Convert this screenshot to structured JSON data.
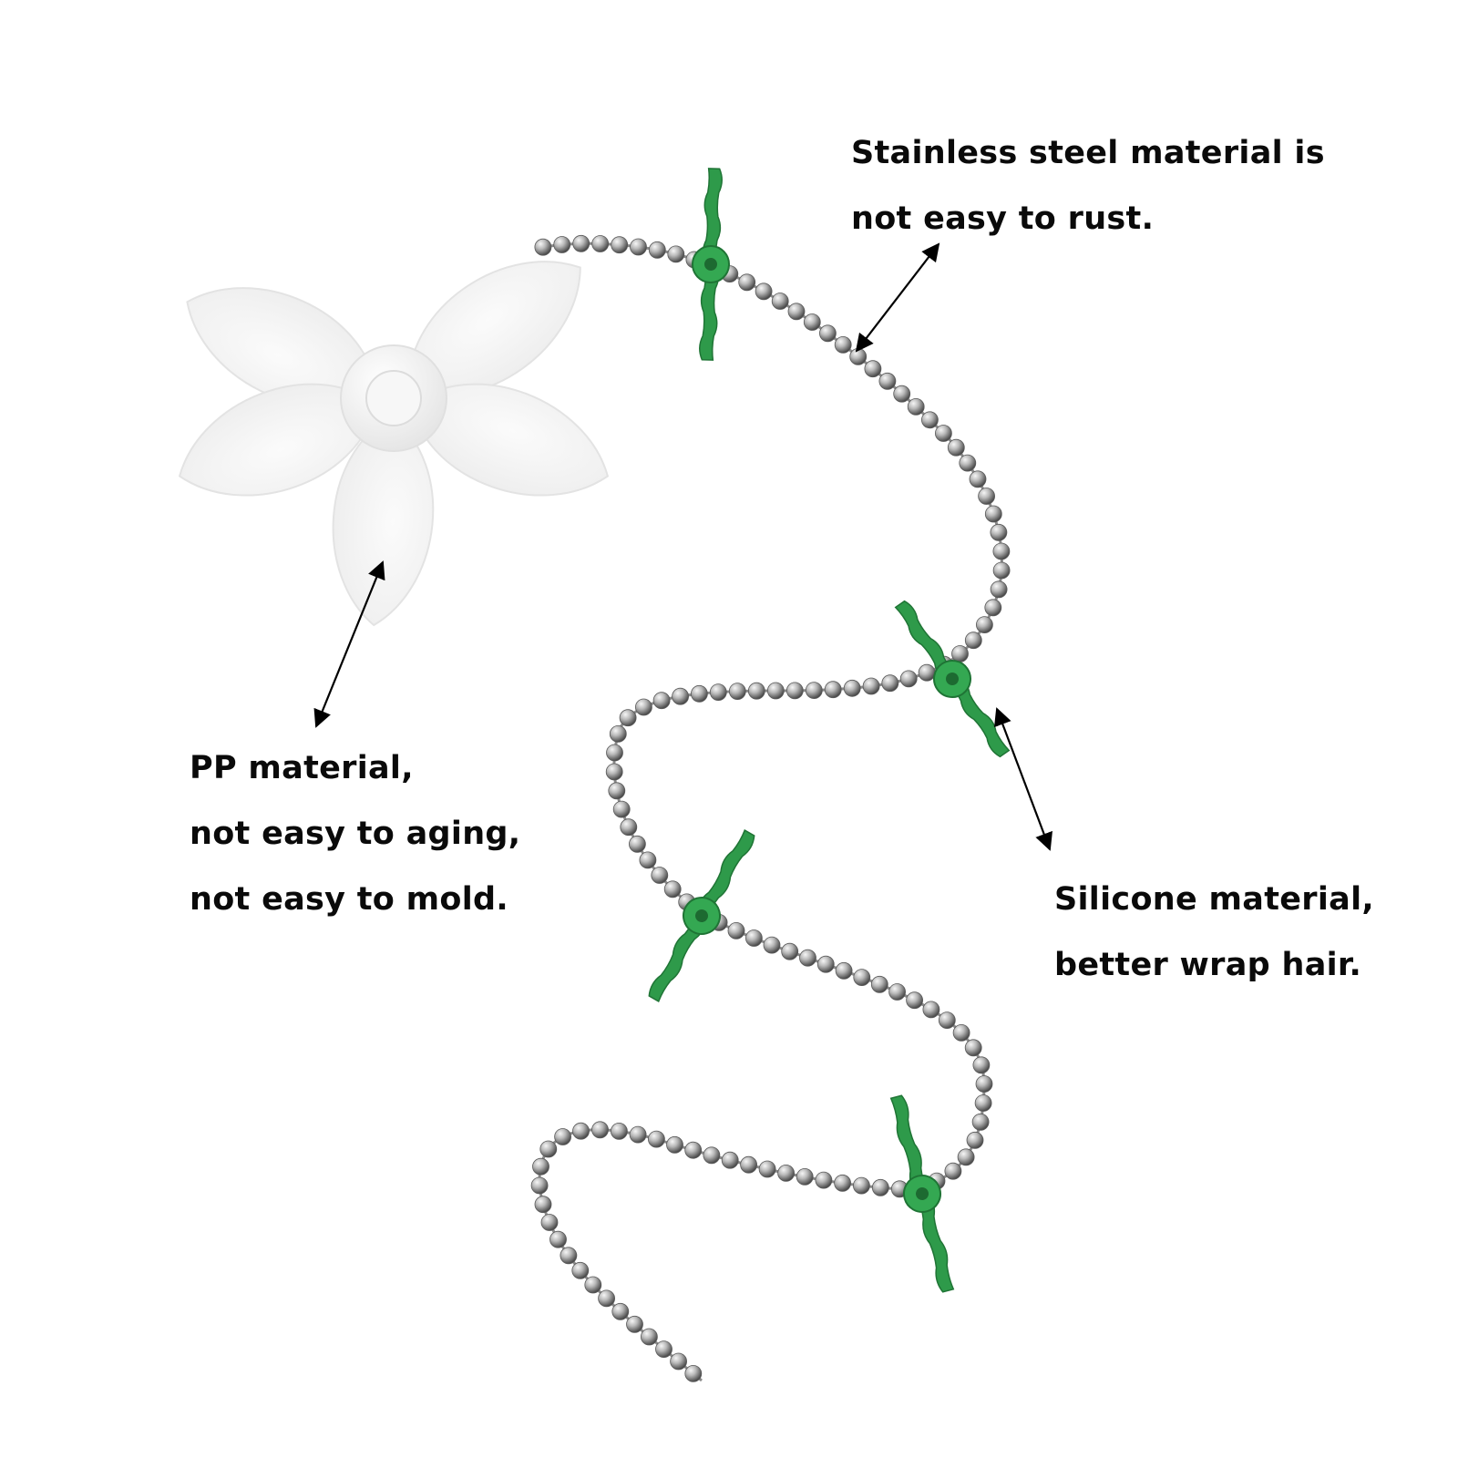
{
  "labels": {
    "steel": {
      "lines": [
        "Stainless steel material is",
        "not easy to rust."
      ]
    },
    "pp": {
      "lines": [
        "PP material,",
        "not easy to aging,",
        "not easy to mold."
      ]
    },
    "silicone": {
      "lines": [
        "Silicone material,",
        "better wrap hair."
      ]
    }
  },
  "colors": {
    "background": "#ffffff",
    "text": "#0a0a0a",
    "flower": "#f4f4f4",
    "flower_outline": "#e2e2e2",
    "bead": "#a9a9a9",
    "bead_highlight": "#f2f2f2",
    "bead_shadow": "#555555",
    "silicone": "#2e9a4a",
    "arrow": "#000000"
  },
  "icons": {
    "flower": "five-petal-flower-icon",
    "chain": "ball-chain-icon",
    "tabs": "silicone-tab-icon"
  }
}
